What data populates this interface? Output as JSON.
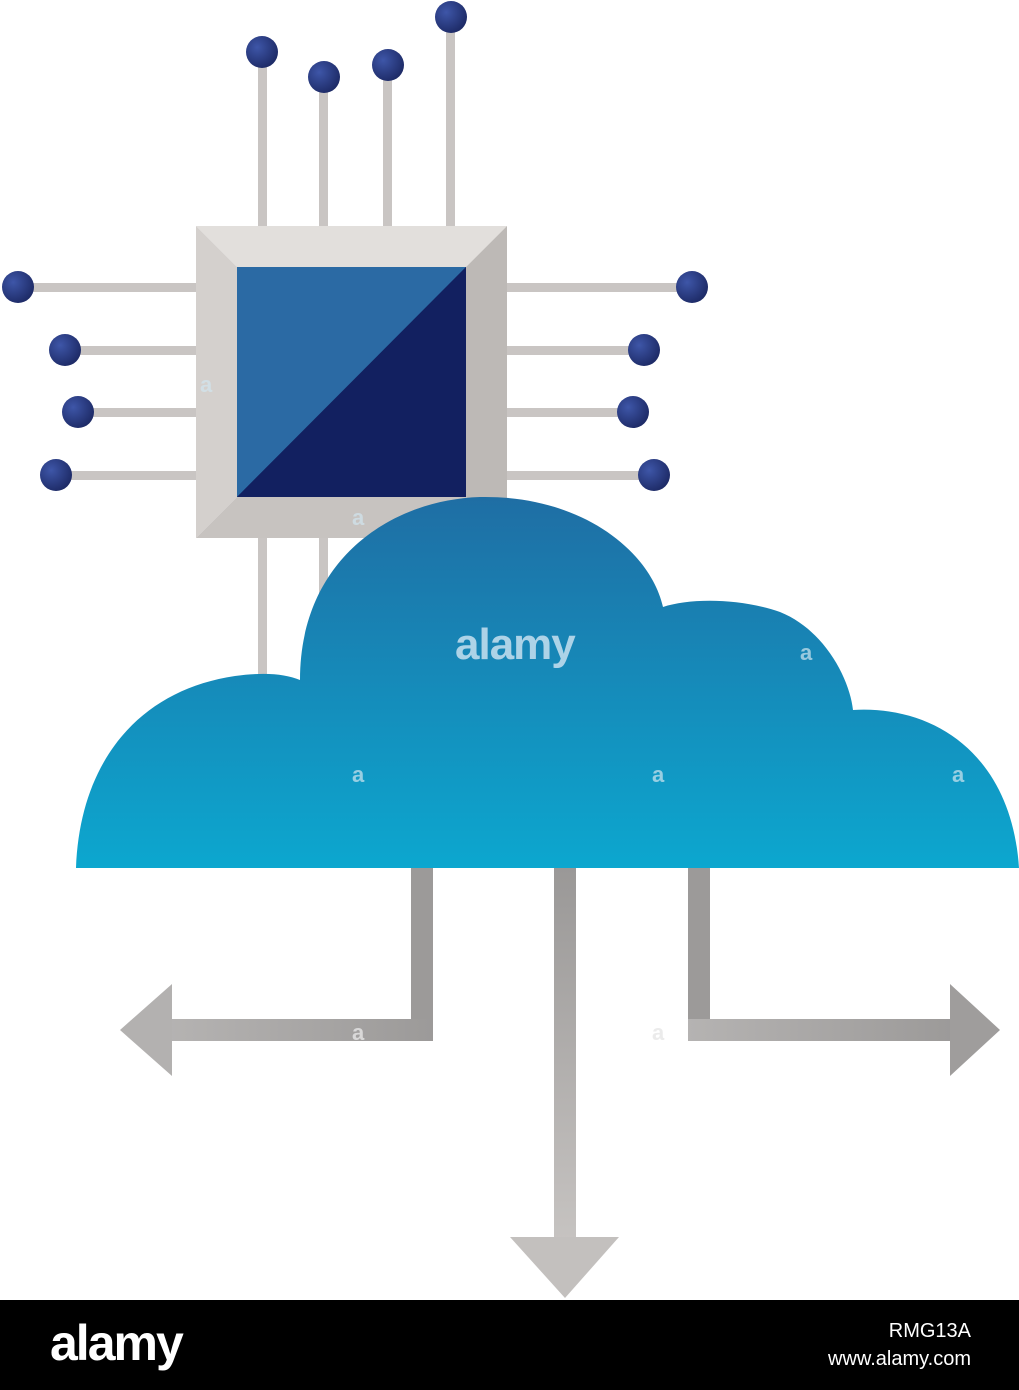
{
  "illustration": {
    "subject": "cpu chip connected to cloud with three outgoing arrows",
    "colors": {
      "node": "#2c3e80",
      "trace": "#c9c5c3",
      "chip_frame": "#cfcbc8",
      "chip_core_light": "#2b6aa4",
      "chip_core_dark": "#0f1c52",
      "cloud_top": "#1f6ea4",
      "cloud_bottom": "#0ca7cf",
      "arrow": "#a9a7a6"
    },
    "icons": [
      "cpu-chip-icon",
      "cloud-icon",
      "arrow-left-icon",
      "arrow-down-icon",
      "arrow-right-icon"
    ]
  },
  "watermark": {
    "center_text": "alamy",
    "small_mark": "a"
  },
  "footer": {
    "logo": "alamy",
    "image_id": "RMG13A",
    "url": "www.alamy.com"
  }
}
